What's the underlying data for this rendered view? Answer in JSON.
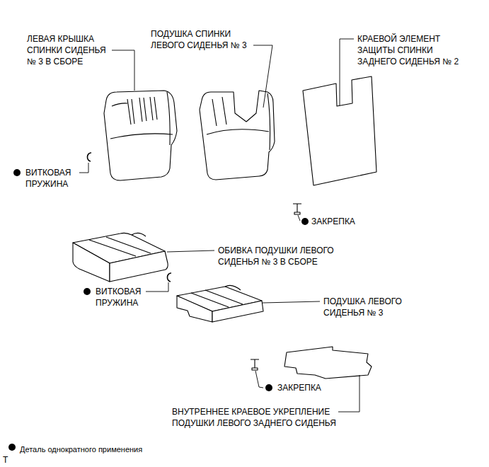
{
  "diagram": {
    "labels": [
      "ЛЕВАЯ КРЫШКА СПИНКИ СИДЕНЬЯ № 3 В СБОРЕ",
      "ПОДУШКА СПИНКИ ЛЕВОГО СИДЕНЬЯ № 3",
      "КРАЕВОЙ ЭЛЕМЕНТ ЗАЩИТЫ СПИНКИ ЗАДНЕГО СИДЕНЬЯ № 2",
      "ВИТКОВАЯ ПРУЖИНА",
      "ЗАКРЕПКА",
      "ОБИВКА ПОДУШКИ ЛЕВОГО СИДЕНЬЯ № 3 В СБОРЕ",
      "ВИТКОВАЯ ПРУЖИНА",
      "ПОДУШКА ЛЕВОГО СИДЕНЬЯ № 3",
      "ЗАКРЕПКА",
      "ВНУТРЕННЕЕ КРАЕВОЕ УКРЕПЛЕНИЕ ПОДУШКИ ЛЕВОГО ЗАДНЕГО СИДЕНЬЯ",
      "T"
    ],
    "legend": [
      {
        "text": "Деталь однократного применения"
      }
    ]
  }
}
